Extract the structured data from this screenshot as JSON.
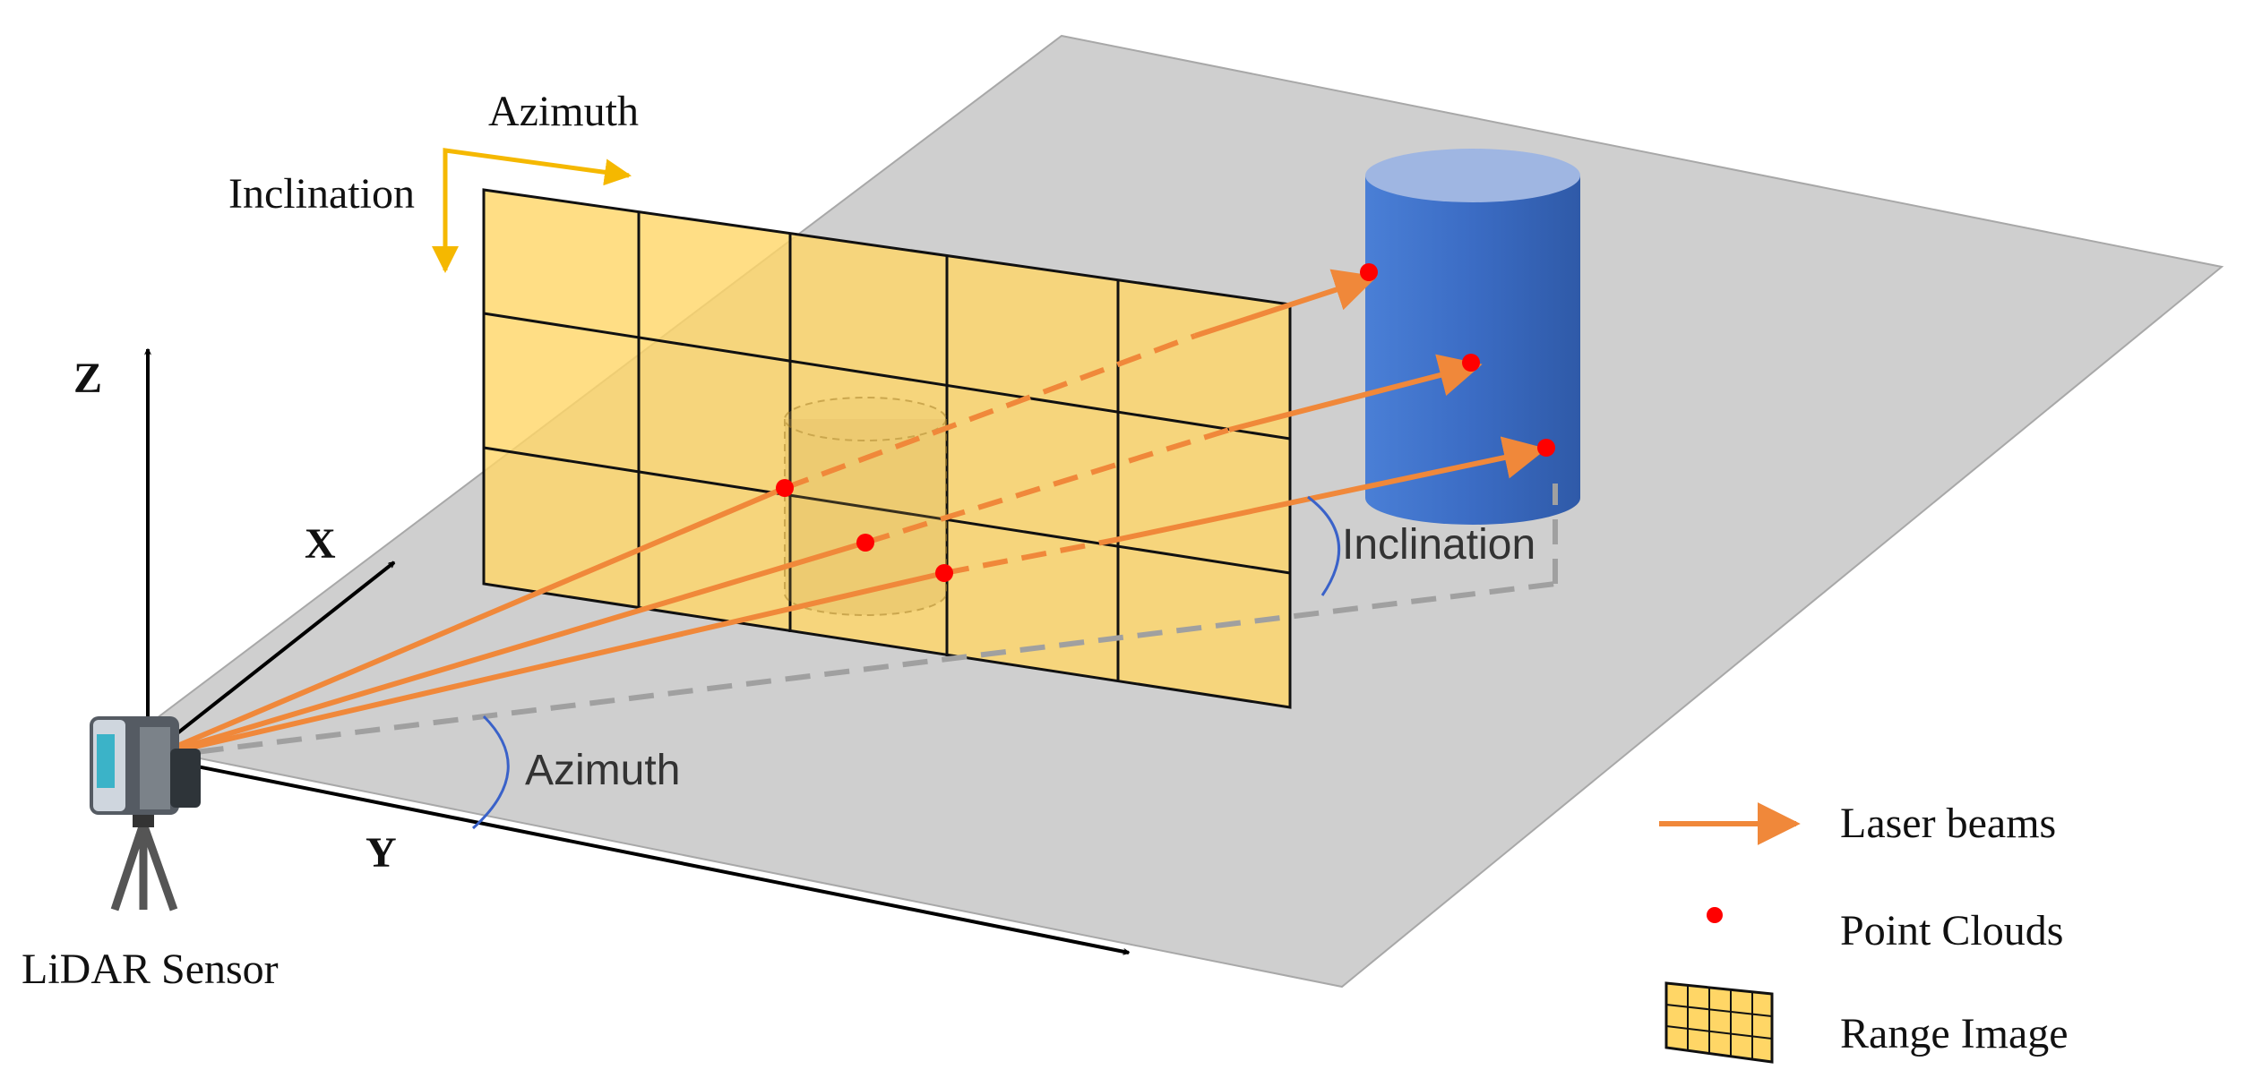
{
  "labels": {
    "top_azimuth": "Azimuth",
    "top_inclination": "Inclination",
    "axis_z": "Z",
    "axis_x": "X",
    "axis_y": "Y",
    "angle_azimuth": "Azimuth",
    "angle_inclination": "Inclination",
    "sensor": "LiDAR Sensor"
  },
  "legend": {
    "laser_beams": "Laser beams",
    "point_clouds": "Point Clouds",
    "range_image": "Range Image"
  },
  "colors": {
    "plane": "#cfcfcf",
    "range_image_fill": "#ffd666",
    "range_image_grid": "#111111",
    "laser": "#f0883a",
    "point": "#ff0000",
    "cylinder": "#3b6cc4",
    "cylinder_top": "#9fb6e2",
    "orientation_arrow": "#f5b800",
    "angle_arc": "#3a62c9"
  }
}
